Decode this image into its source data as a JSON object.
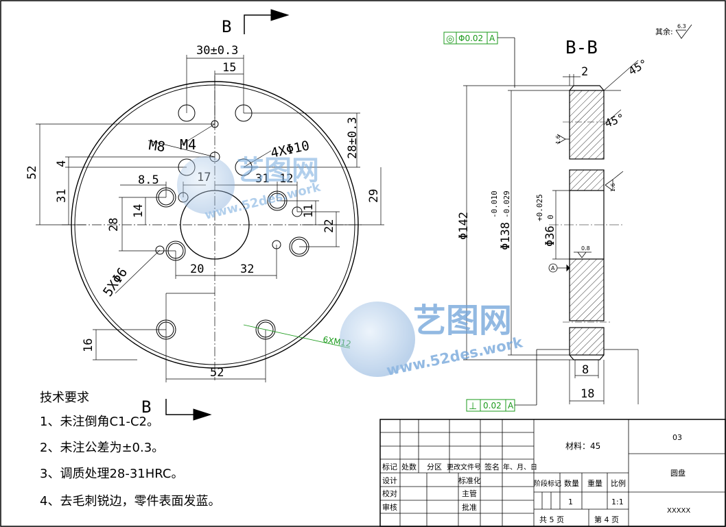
{
  "section_marks": {
    "top": "B",
    "bottom": "B",
    "view_title": "B-B"
  },
  "front_view": {
    "dims": {
      "d30": "30±0.3",
      "d15": "15",
      "d28": "28±0.3",
      "d52v": "52",
      "d4": "4",
      "d31l": "31",
      "d28l": "28",
      "d14": "14",
      "d85": "8.5",
      "d17": "17",
      "d31m": "31",
      "d12": "12",
      "d29": "29",
      "d11": "11",
      "d22": "22",
      "d20": "20",
      "d32": "32",
      "d16": "16",
      "d52h": "52"
    },
    "callouts": {
      "m8": "M8",
      "m4": "M4",
      "holes4": "4XΦ10",
      "holes5": "5XΦ6",
      "threads6": "6XM12"
    }
  },
  "section_view": {
    "fcf_top": {
      "symbol": "◎",
      "value": "Φ0.02",
      "datum": "A"
    },
    "fcf_bottom": {
      "symbol": "⊥",
      "value": "0.02",
      "datum": "A"
    },
    "dims": {
      "d2": "2",
      "chamfer_top": "45°",
      "chamfer_mid": "45°",
      "phi142": "Φ142",
      "phi138": "Φ138",
      "phi138_up": "-0.010",
      "phi138_lo": "-0.029",
      "phi36": "Φ36",
      "phi36_up": "+0.025",
      "phi36_lo": "0",
      "d8": "8",
      "d18": "18",
      "r16a": "1.6",
      "r16b": "1.6",
      "r08": "0.8",
      "datum": "A"
    }
  },
  "roughness_note": {
    "label": "其余:",
    "value": "6.3"
  },
  "tech_req": {
    "title": "技术要求",
    "items": [
      "1、未注倒角C1-C2。",
      "2、未注公差为±0.3。",
      "3、调质处理28-31HRC。",
      "4、去毛刺锐边，零件表面发蓝。"
    ]
  },
  "title_block": {
    "row_labels": [
      "标记",
      "处数",
      "分区",
      "更改文件号",
      "签名",
      "年、月、日"
    ],
    "design": "设计",
    "standard": "标准化",
    "check": "校对",
    "supervisor": "主管",
    "review": "审核",
    "approve": "批准",
    "material": "材料：45",
    "stage_mark": "阶段标记",
    "quantity": "数量",
    "weight": "重量",
    "scale": "比例",
    "quantity_val": "1",
    "scale_val": "1:1",
    "total": "共  5  页",
    "sheet": "第  4  页",
    "drawing_no": "03",
    "part_name": "圆盘",
    "company": "XXXXX"
  },
  "watermark": {
    "brand": "艺图网",
    "url": "www.52des.work"
  }
}
